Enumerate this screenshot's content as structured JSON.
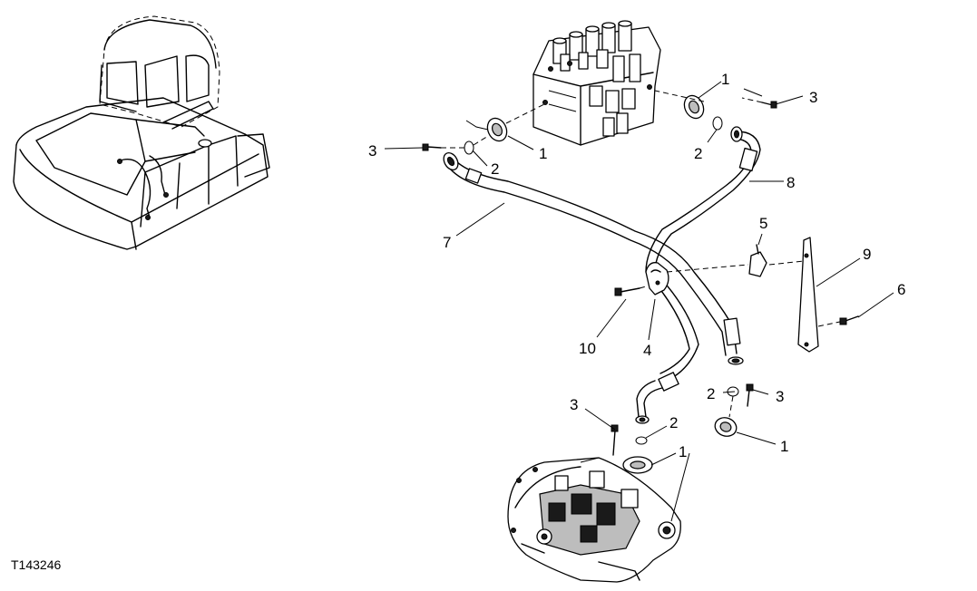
{
  "figure_code": "T143246",
  "callouts": {
    "c1_valve": "1",
    "c2_valve": "2",
    "c3_valve_left": "3",
    "c1_right_top": "1",
    "c2_right_top": "2",
    "c3_right_top": "3",
    "c8": "8",
    "c7": "7",
    "c5": "5",
    "c9": "9",
    "c6": "6",
    "c10": "10",
    "c4": "4",
    "c3_pump_left": "3",
    "c2_pump_left": "2",
    "c1_pump_left": "1",
    "c2_pump_right": "2",
    "c3_pump_right": "3",
    "c1_pump_right": "1"
  }
}
